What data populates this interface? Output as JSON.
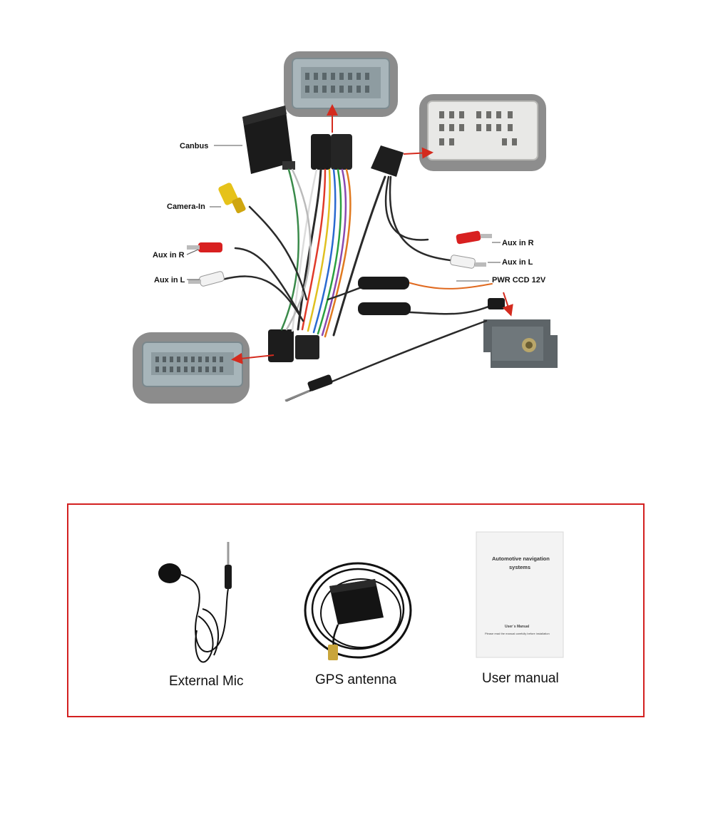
{
  "diagram": {
    "labels": {
      "canbus": "Canbus",
      "camera_in": "Camera-In",
      "aux_in_r_left": "Aux in R",
      "aux_in_l_left": "Aux in L",
      "aux_in_r_right": "Aux in R",
      "aux_in_l_right": "Aux in L",
      "pwr_ccd": "PWR CCD 12V"
    },
    "colors": {
      "arrow": "#d42b1e",
      "connector_gray": "#9aa7ad",
      "foam_gray": "#8f8f8f",
      "rca_red": "#d82020",
      "rca_yellow": "#e6c21a",
      "rca_white": "#f2f2f2"
    }
  },
  "accessories": {
    "border_color": "#d32020",
    "items": [
      {
        "caption": "External Mic"
      },
      {
        "caption": "GPS antenna"
      },
      {
        "caption": "User manual"
      }
    ],
    "manual": {
      "title_line1": "Automotive navigation",
      "title_line2": "systems",
      "subtitle": "User`s Manual",
      "note": "Please read the manual carefully before installation"
    }
  }
}
